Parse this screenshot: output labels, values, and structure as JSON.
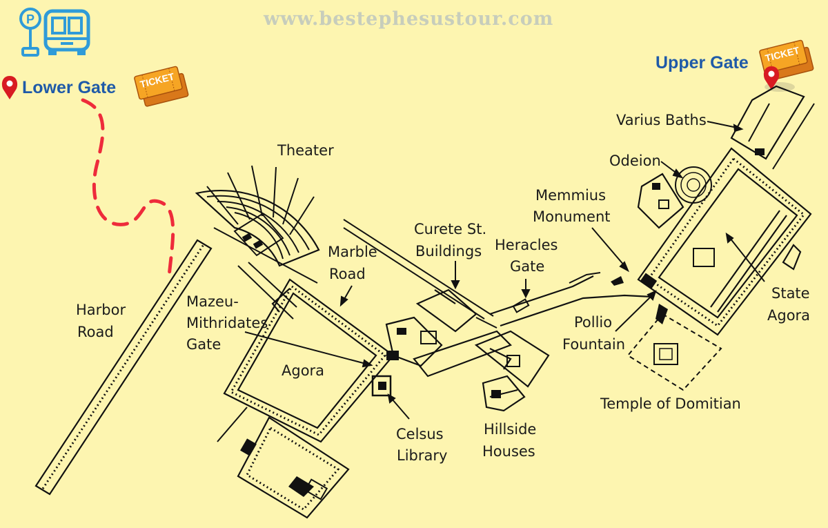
{
  "watermark": "www.bestephesustour.com",
  "gates": {
    "lower": "Lower Gate",
    "upper": "Upper Gate"
  },
  "ticket_text": "TICKET",
  "labels": {
    "theater": "Theater",
    "harbor_road": [
      "Harbor",
      "Road"
    ],
    "marble_road": [
      "Marble",
      "Road"
    ],
    "mazeu_gate": [
      "Mazeu-",
      "Mithridates",
      "Gate"
    ],
    "agora": "Agora",
    "curete_buildings": [
      "Curete St.",
      "Buildings"
    ],
    "heracles_gate": [
      "Heracles",
      "Gate"
    ],
    "memmius_monument": [
      "Memmius",
      "Monument"
    ],
    "celsus_library": [
      "Celsus",
      "Library"
    ],
    "hillside_houses": [
      "Hillside",
      "Houses"
    ],
    "pollio_fountain": [
      "Pollio",
      "Fountain"
    ],
    "varius_baths": "Varius Baths",
    "odeion": "Odeion",
    "state_agora": [
      "State",
      "Agora"
    ],
    "temple_domitian": "Temple of Domitian"
  },
  "icons": [
    "parking-sign-icon",
    "bus-icon",
    "map-pin-icon",
    "ticket-icon"
  ],
  "colors": {
    "background": "#fdf5b0",
    "route": "#ee2b3b",
    "gate_text": "#1f5aa8",
    "ticket": "#f39a1e",
    "icon_blue": "#2f9bd8",
    "pin": "#d81b22"
  }
}
